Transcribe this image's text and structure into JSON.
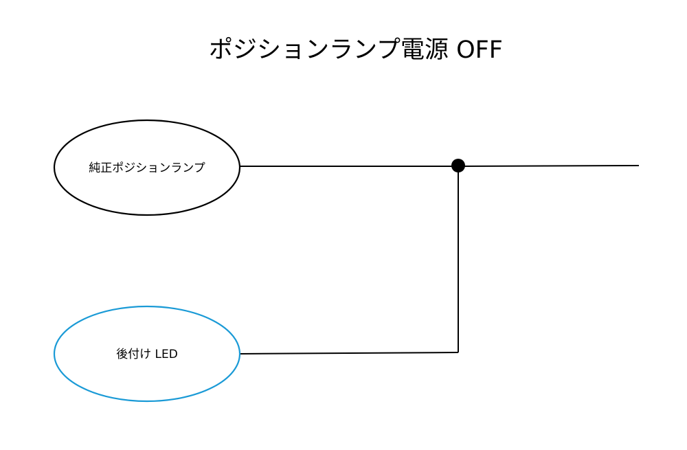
{
  "diagram": {
    "title": "ポジションランプ電源 OFF",
    "nodes": {
      "oem_lamp": {
        "label": "純正ポジションランプ",
        "stroke": "#000000"
      },
      "aftermarket_led": {
        "label": "後付け LED",
        "stroke": "#1a9ad6"
      }
    },
    "wire_color": "#000000",
    "junction_color": "#000000"
  }
}
